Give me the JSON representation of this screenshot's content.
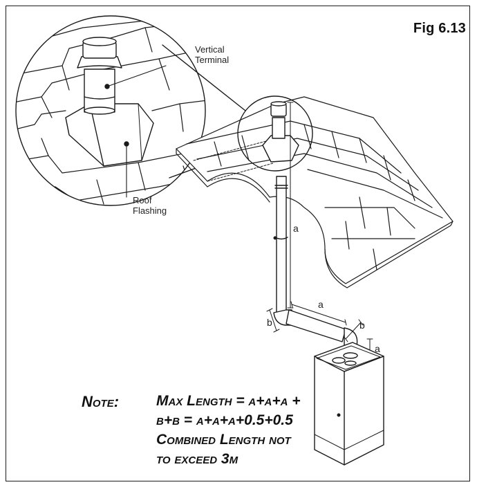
{
  "figure": {
    "label": "Fig 6.13"
  },
  "labels": {
    "vertical_terminal": [
      "Vertical",
      "Terminal"
    ],
    "roof_flashing": [
      "Roof",
      "Flashing"
    ]
  },
  "dimensions": {
    "vertical_pipe": "a",
    "horizontal_pipe": "a",
    "boiler_riser": "a",
    "elbow_left": "b",
    "elbow_right": "b"
  },
  "note": {
    "key": "Note:",
    "lines": [
      "Max Length = a+a+a +",
      "b+b = a+a+a+0.5+0.5",
      "Combined Length not",
      "to exceed 3m"
    ]
  },
  "colors": {
    "line": "#1a1a1a",
    "background": "#ffffff"
  }
}
